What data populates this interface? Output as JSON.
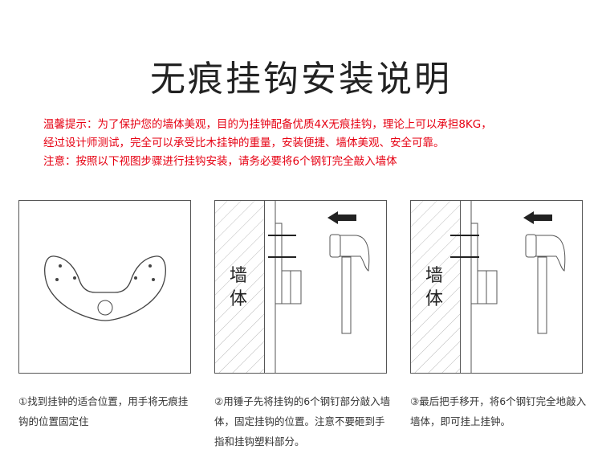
{
  "title": "无痕挂钩安装说明",
  "notes": [
    "温馨提示：为了保护您的墙体美观，目的为挂钟配备优质4X无痕挂钩，理论上可以承担8KG，",
    "经过设计师测试，完全可以承受比木挂钟的重量，安装便捷、墙体美观、安全可靠。",
    "注意：按照以下视图步骤进行挂钩安装，请务必要将6个钢钉完全敲入墙体"
  ],
  "wall_label": [
    "墙",
    "体"
  ],
  "steps": [
    "①找到挂钟的适合位置，用手将无痕挂钩的位置固定住",
    "②用锤子先将挂钩的6个钢钉部分敲入墙体，固定挂钩的位置。注意不要砸到手指和挂钩塑料部分。",
    "③最后把手移开，将6个钢钉完全地敲入墙体，即可挂上挂钟。"
  ],
  "colors": {
    "note": "#e60012",
    "line": "#555555"
  }
}
